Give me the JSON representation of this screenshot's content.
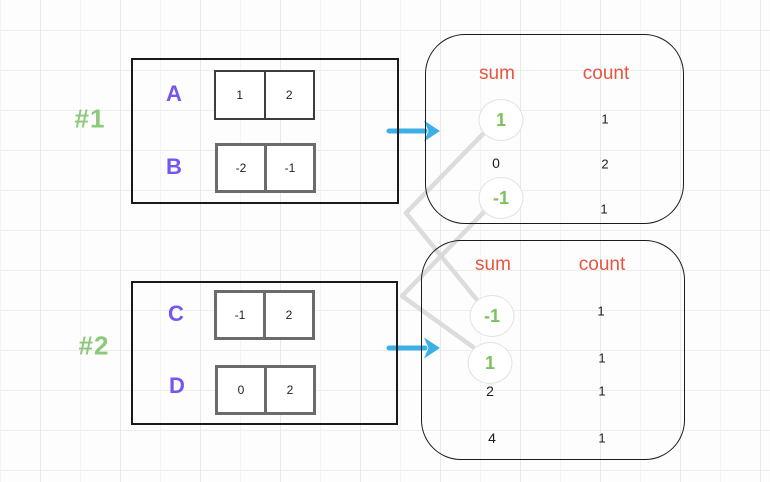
{
  "palette": {
    "array_label_color": "#7556ee",
    "example_label_color": "#8cc97a",
    "table_header_color": "#e8553f",
    "highlight_value_color": "#7bc25e",
    "arrow_color": "#3cb0e6",
    "connector_color": "#d8d8d8"
  },
  "icons": {
    "arrow_1": "right-arrow",
    "arrow_2": "right-arrow"
  },
  "examples": [
    {
      "id": "#1",
      "arrays": [
        {
          "name": "A",
          "values": [
            "1",
            "2"
          ]
        },
        {
          "name": "B",
          "values": [
            "-2",
            "-1"
          ]
        }
      ],
      "table": {
        "sum_header": "sum",
        "count_header": "count",
        "rows": [
          {
            "sum": "1",
            "count": "1",
            "highlighted": true
          },
          {
            "sum": "0",
            "count": "2",
            "highlighted": false
          },
          {
            "sum": "-1",
            "count": "1",
            "highlighted": true
          }
        ]
      }
    },
    {
      "id": "#2",
      "arrays": [
        {
          "name": "C",
          "values": [
            "-1",
            "2"
          ]
        },
        {
          "name": "D",
          "values": [
            "0",
            "2"
          ]
        }
      ],
      "table": {
        "sum_header": "sum",
        "count_header": "count",
        "rows": [
          {
            "sum": "-1",
            "count": "1",
            "highlighted": true
          },
          {
            "sum": "1",
            "count": "1",
            "highlighted": true
          },
          {
            "sum": "2",
            "count": "1",
            "highlighted": false
          },
          {
            "sum": "4",
            "count": "1",
            "highlighted": false
          }
        ]
      }
    }
  ]
}
